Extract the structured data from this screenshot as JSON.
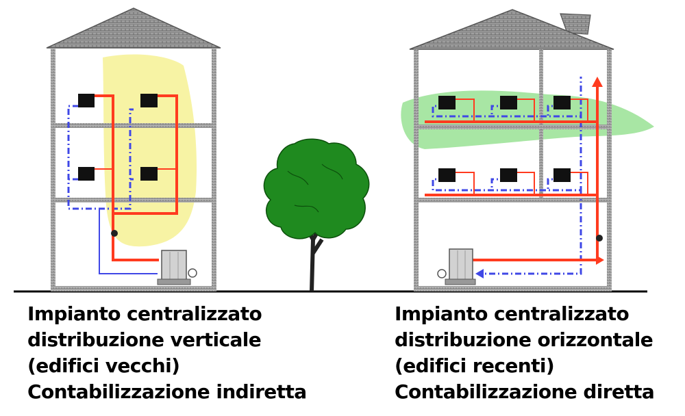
{
  "left_building": {
    "caption": {
      "line1": "Impianto centralizzato",
      "line2": "distribuzione verticale",
      "line3": "(edifici vecchi)",
      "line4": "Contabilizzazione indiretta"
    },
    "highlight_color": "#f6f29a"
  },
  "right_building": {
    "caption": {
      "line1": "Impianto centralizzato",
      "line2": "distribuzione orizzontale",
      "line3": "(edifici recenti)",
      "line4": "Contabilizzazione diretta"
    },
    "highlight_color": "#9fe39a"
  },
  "colors": {
    "supply_pipe": "#ff3b1f",
    "return_pipe": "#3f47e6",
    "roof": "#8f8f8f",
    "wall": "#777777",
    "tree_foliage": "#1f8a1f",
    "tree_trunk": "#222222"
  }
}
